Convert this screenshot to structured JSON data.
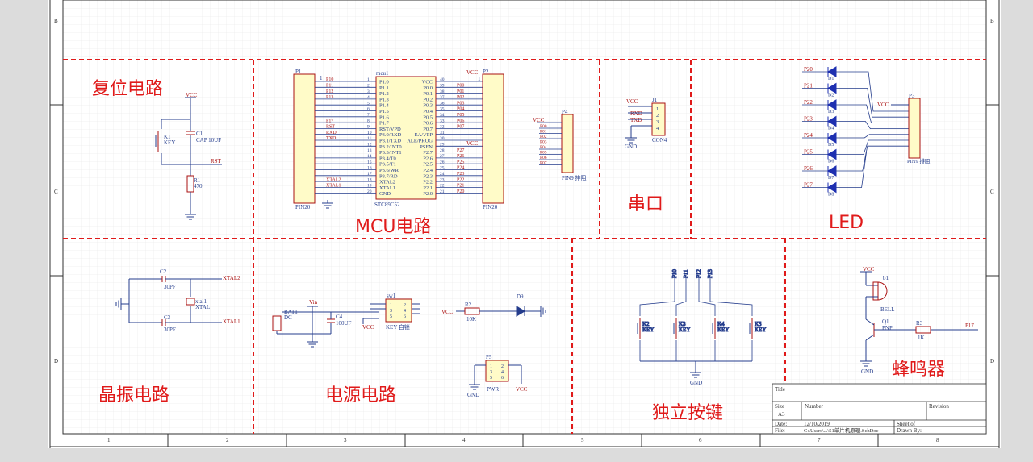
{
  "border": {
    "row_letters": [
      "B",
      "C",
      "D"
    ],
    "col_numbers": [
      "1",
      "2",
      "3",
      "4",
      "5",
      "6",
      "7",
      "8"
    ]
  },
  "sections": {
    "reset": "复位电路",
    "mcu": "MCU电路",
    "serial": "串口",
    "led": "LED",
    "crystal": "晶振电路",
    "power": "电源电路",
    "keys": "独立按键",
    "buzzer": "蜂鸣器"
  },
  "reset": {
    "vcc": "VCC",
    "k1": "K1",
    "k1_type": "KEY",
    "c1": "C1",
    "c1_value": "CAP 10UF",
    "rst": "RST",
    "r1": "R1",
    "r1_value": "470"
  },
  "mcu": {
    "p1_label": "P1",
    "p1_pin1": "1",
    "p1_footer": "PIN20",
    "u_name": "mcu1",
    "u_part": "STC89C52",
    "vcc": "VCC",
    "vcc2": "VCC",
    "p2_label": "P2",
    "p2_pin1": "1",
    "p2_footer": "PIN20",
    "left_pins": [
      "P1.0",
      "P1.1",
      "P1.2",
      "P1.3",
      "P1.4",
      "P1.5",
      "P1.6",
      "P1.7",
      "RST/VPD",
      "P3.0/RXD",
      "P3.1/TXD",
      "P3.2/INT0",
      "P3.3/INT1",
      "P3.4/T0",
      "P3.5/T1",
      "P3.6/WR",
      "P3.7/RD",
      "XTAL2",
      "XTAL1",
      "GND"
    ],
    "left_nums": [
      "1",
      "2",
      "3",
      "4",
      "5",
      "6",
      "7",
      "8",
      "9",
      "10",
      "11",
      "12",
      "13",
      "14",
      "15",
      "16",
      "17",
      "18",
      "19",
      "20"
    ],
    "left_nets": [
      "P10",
      "P11",
      "P12",
      "P13",
      "",
      "",
      "",
      "P17",
      "RST",
      "RXD",
      "TXD",
      "",
      "",
      "",
      "",
      "",
      "",
      "XTAL2",
      "XTAL1",
      ""
    ],
    "right_pins": [
      "VCC",
      "P0.0",
      "P0.1",
      "P0.2",
      "P0.3",
      "P0.4",
      "P0.5",
      "P0.6",
      "P0.7",
      "EA/VPP",
      "ALE/PROG",
      "PSEN",
      "P2.7",
      "P2.6",
      "P2.5",
      "P2.4",
      "P2.3",
      "P2.2",
      "P2.1",
      "P2.0"
    ],
    "right_nums": [
      "40",
      "39",
      "38",
      "37",
      "36",
      "35",
      "34",
      "33",
      "32",
      "31",
      "30",
      "29",
      "28",
      "27",
      "26",
      "25",
      "24",
      "23",
      "22",
      "21"
    ],
    "right_nets": [
      "",
      "P00",
      "P01",
      "P02",
      "P03",
      "P04",
      "P05",
      "P06",
      "P07",
      "",
      "",
      "",
      "P27",
      "P26",
      "P25",
      "P24",
      "P23",
      "P22",
      "P21",
      "P20"
    ],
    "p4_label": "P4",
    "p4_vcc": "VCC",
    "p4_nets": [
      "P00",
      "P01",
      "P02",
      "P03",
      "P04",
      "P05",
      "P06",
      "P07"
    ],
    "p4_footer": "PIN9 排阻"
  },
  "serial": {
    "j1": "J1",
    "nets": [
      "VCC",
      "RXD",
      "TXD"
    ],
    "pins": [
      "1",
      "2",
      "3",
      "4"
    ],
    "gnd": "GND",
    "part": "CON4"
  },
  "led": {
    "nets": [
      "P20",
      "P21",
      "P22",
      "P23",
      "P24",
      "P25",
      "P26",
      "P27"
    ],
    "diodes": [
      "D1",
      "D2",
      "D3",
      "D4",
      "D5",
      "D6",
      "D7",
      "D8"
    ],
    "p3": "P3",
    "vcc": "VCC",
    "part": "PIN9 排阻"
  },
  "crystal": {
    "c2": "C2",
    "c2_value": "30PF",
    "c3": "C3",
    "c3_value": "30PF",
    "xtal_name": "xtal1",
    "xtal_part": "XTAL",
    "xtal2": "XTAL2",
    "xtal1": "XTAL1"
  },
  "power": {
    "vin": "Vin",
    "bat": "BAT1",
    "bat_type": "DC",
    "c4": "C4",
    "c4_value": "100UF",
    "vcc": "VCC",
    "sw": "sw1",
    "sw_pins_left": [
      "1",
      "3",
      "5"
    ],
    "sw_pins_right": [
      "2",
      "4",
      "6"
    ],
    "sw_part": "KEY 自锁",
    "r2_vcc": "VCC",
    "r2": "R2",
    "r2_value": "10K",
    "d9": "D9",
    "p5": "P5",
    "p5_pins_left": [
      "1",
      "3",
      "5"
    ],
    "p5_pins_right": [
      "2",
      "4",
      "6"
    ],
    "p5_gnd": "GND",
    "p5_vcc": "VCC",
    "p5_part": "PWR"
  },
  "keys": {
    "nets": [
      "P10",
      "P11",
      "P12",
      "P13"
    ],
    "k": [
      "K2",
      "K3",
      "K4",
      "K5"
    ],
    "type": "KEY",
    "gnd": "GND"
  },
  "buzzer": {
    "vcc": "VCC",
    "b1": "b1",
    "bell": "BELL",
    "q1": "Q1",
    "pnp": "PNP",
    "r3": "R3",
    "r3_value": "1K",
    "p17": "P17",
    "gnd": "GND"
  },
  "title_block": {
    "title": "Title",
    "size": "Size",
    "size_value": "A3",
    "number": "Number",
    "revision": "Revision",
    "date_label": "Date:",
    "date_value": "12/10/2019",
    "file_label": "File:",
    "file_value": "C:\\Users\\...\\51单片机原理.SchDoc",
    "sheet": "Sheet  of",
    "drawn": "Drawn By:"
  }
}
